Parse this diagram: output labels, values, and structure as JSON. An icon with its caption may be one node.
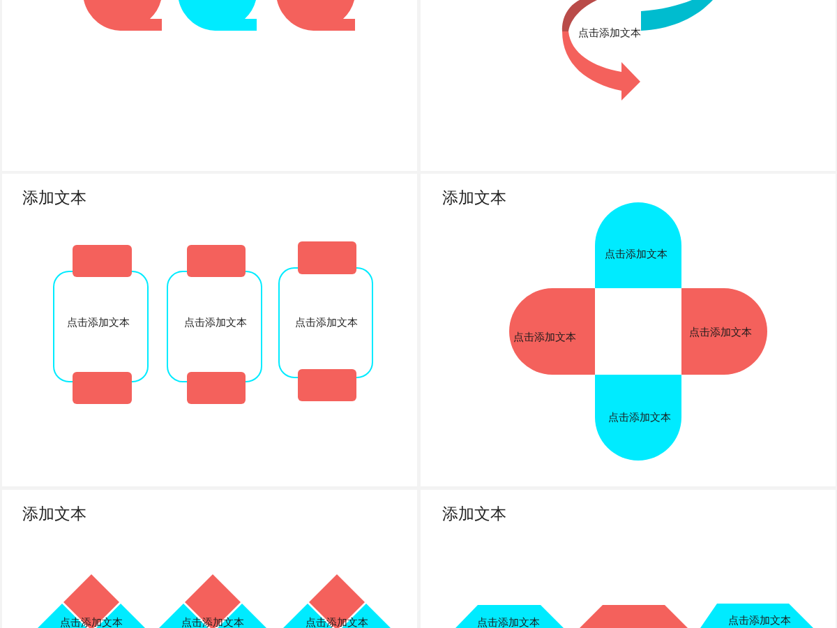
{
  "diagram": {
    "nodes": [
      {
        "text": [],
        "shape": "box"
      },
      {
        "text": [],
        "shape": "bubble",
        "in": 0
      },
      {
        "text": [],
        "shape": "bubble",
        "in": 0
      },
      {
        "text": [],
        "shape": "bubble",
        "in": 0
      },
      {
        "text": [],
        "shape": "box"
      },
      {
        "text": [
          "添加文本"
        ]
      },
      {
        "text": [],
        "shape": "box",
        "in": 5
      },
      {
        "text": [
          "点击添加文本"
        ],
        "in": 5
      },
      {
        "text": [],
        "shape": "box",
        "in": 5
      },
      {
        "text": [],
        "shape": "box",
        "in": 5
      },
      {
        "text": [
          "点击添加文本"
        ],
        "in": 5
      },
      {
        "text": [],
        "shape": "box",
        "in": 5
      },
      {
        "text": [],
        "shape": "box",
        "in": 5
      },
      {
        "text": [
          "点击添加文本"
        ],
        "in": 5
      },
      {
        "text": [],
        "shape": "box",
        "in": 5
      },
      {
        "text": [
          "添加文本"
        ]
      },
      {
        "text": [
          "点击添加文本"
        ],
        "in": 15
      },
      {
        "text": [
          "点击添加文本"
        ],
        "in": 15
      },
      {
        "text": [
          "点击添加文本"
        ],
        "in": 15
      },
      {
        "text": [
          "点击添加文本"
        ],
        "in": 15
      },
      {
        "text": [
          "添加文本"
        ]
      },
      {
        "text": [],
        "shape": "diamond",
        "in": 20
      },
      {
        "text": [],
        "shape": "triangle",
        "in": 20
      },
      {
        "text": [],
        "shape": "triangle",
        "in": 20
      },
      {
        "text": [],
        "shape": "diamond",
        "in": 20
      },
      {
        "text": [],
        "shape": "triangle",
        "in": 20
      },
      {
        "text": [],
        "shape": "triangle",
        "in": 20
      },
      {
        "text": [],
        "shape": "diamond",
        "in": 20
      },
      {
        "text": [],
        "shape": "triangle",
        "in": 20
      },
      {
        "text": [],
        "shape": "triangle",
        "in": 20
      },
      {
        "text": [
          "添加文本"
        ]
      },
      {
        "text": [
          "点击添加文本"
        ],
        "in": 30
      },
      {
        "text": [],
        "shape": "trapezoid",
        "in": 30
      },
      {
        "text": [
          "点击添加文本"
        ],
        "in": 30
      }
    ],
    "labels": [
      "点击添加文本",
      "点击添加文本",
      "点击添加文本",
      "点击添加文本"
    ]
  }
}
